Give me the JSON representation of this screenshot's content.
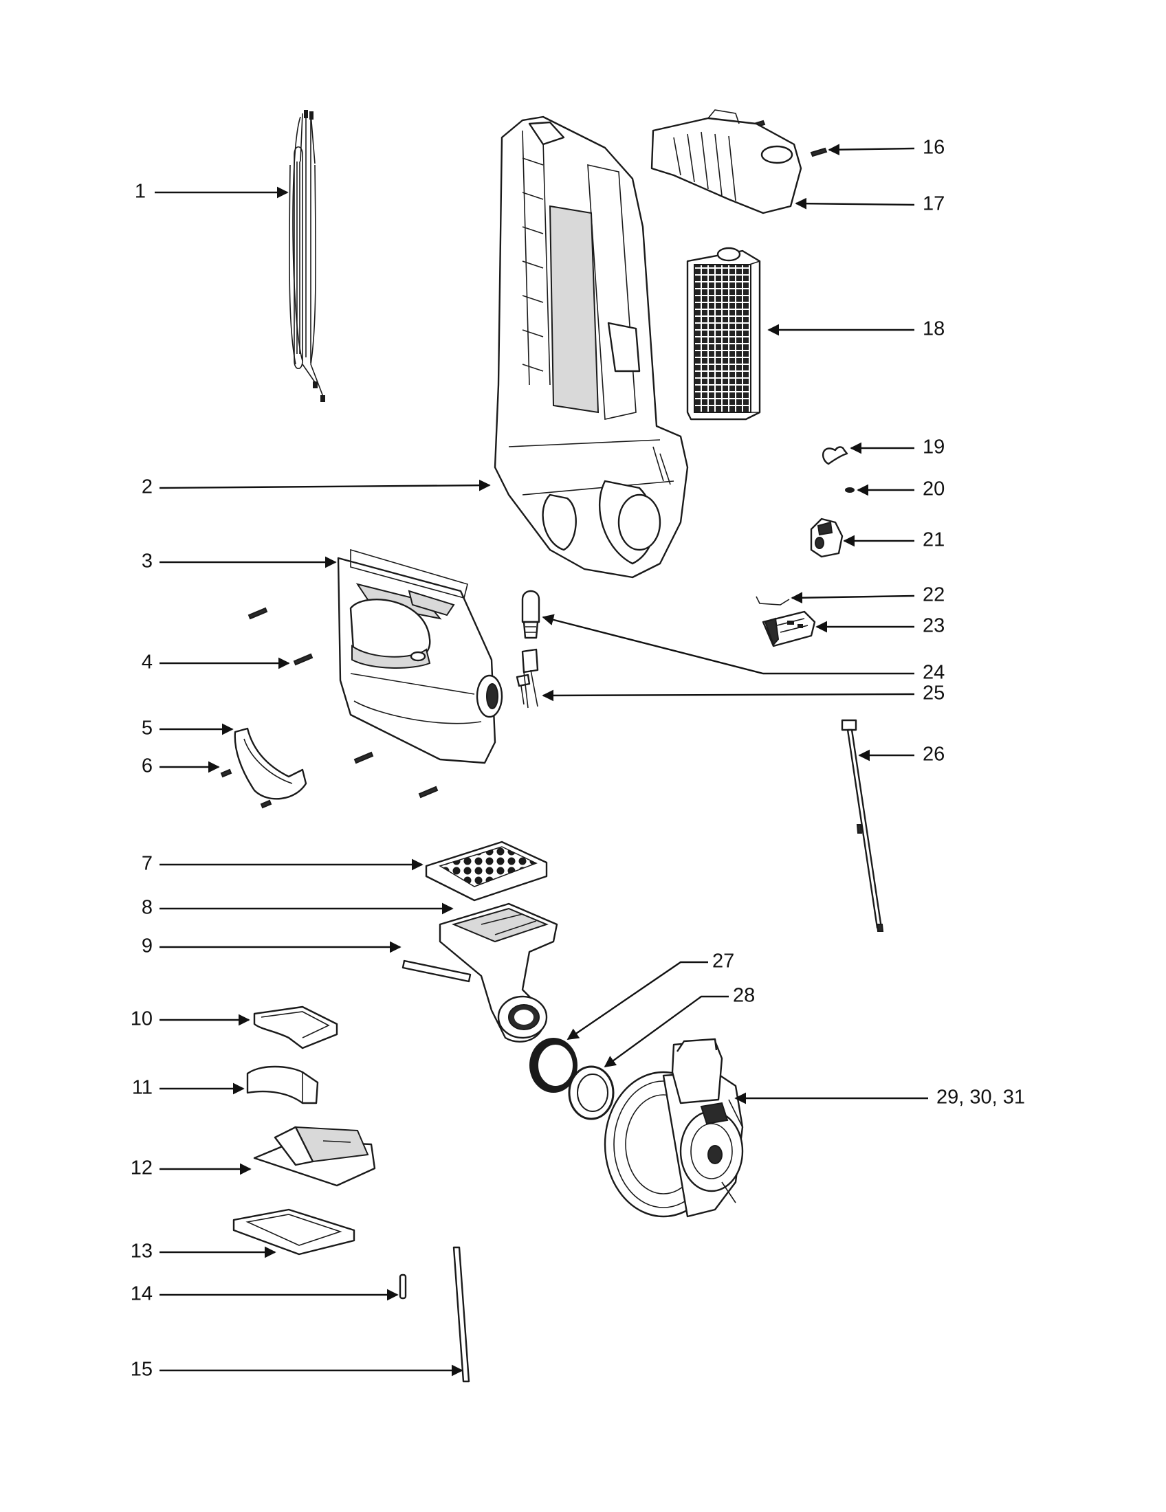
{
  "callouts": [
    {
      "id": "1",
      "label": "1"
    },
    {
      "id": "2",
      "label": "2"
    },
    {
      "id": "3",
      "label": "3"
    },
    {
      "id": "4",
      "label": "4"
    },
    {
      "id": "5",
      "label": "5"
    },
    {
      "id": "6",
      "label": "6"
    },
    {
      "id": "7",
      "label": "7"
    },
    {
      "id": "8",
      "label": "8"
    },
    {
      "id": "9",
      "label": "9"
    },
    {
      "id": "10",
      "label": "10"
    },
    {
      "id": "11",
      "label": "11"
    },
    {
      "id": "12",
      "label": "12"
    },
    {
      "id": "13",
      "label": "13"
    },
    {
      "id": "14",
      "label": "14"
    },
    {
      "id": "15",
      "label": "15"
    },
    {
      "id": "16",
      "label": "16"
    },
    {
      "id": "17",
      "label": "17"
    },
    {
      "id": "18",
      "label": "18"
    },
    {
      "id": "19",
      "label": "19"
    },
    {
      "id": "20",
      "label": "20"
    },
    {
      "id": "21",
      "label": "21"
    },
    {
      "id": "22",
      "label": "22"
    },
    {
      "id": "23",
      "label": "23"
    },
    {
      "id": "24",
      "label": "24"
    },
    {
      "id": "25",
      "label": "25"
    },
    {
      "id": "26",
      "label": "26"
    },
    {
      "id": "27",
      "label": "27"
    },
    {
      "id": "28",
      "label": "28"
    },
    {
      "id": "29",
      "label": "29, 30, 31"
    }
  ]
}
